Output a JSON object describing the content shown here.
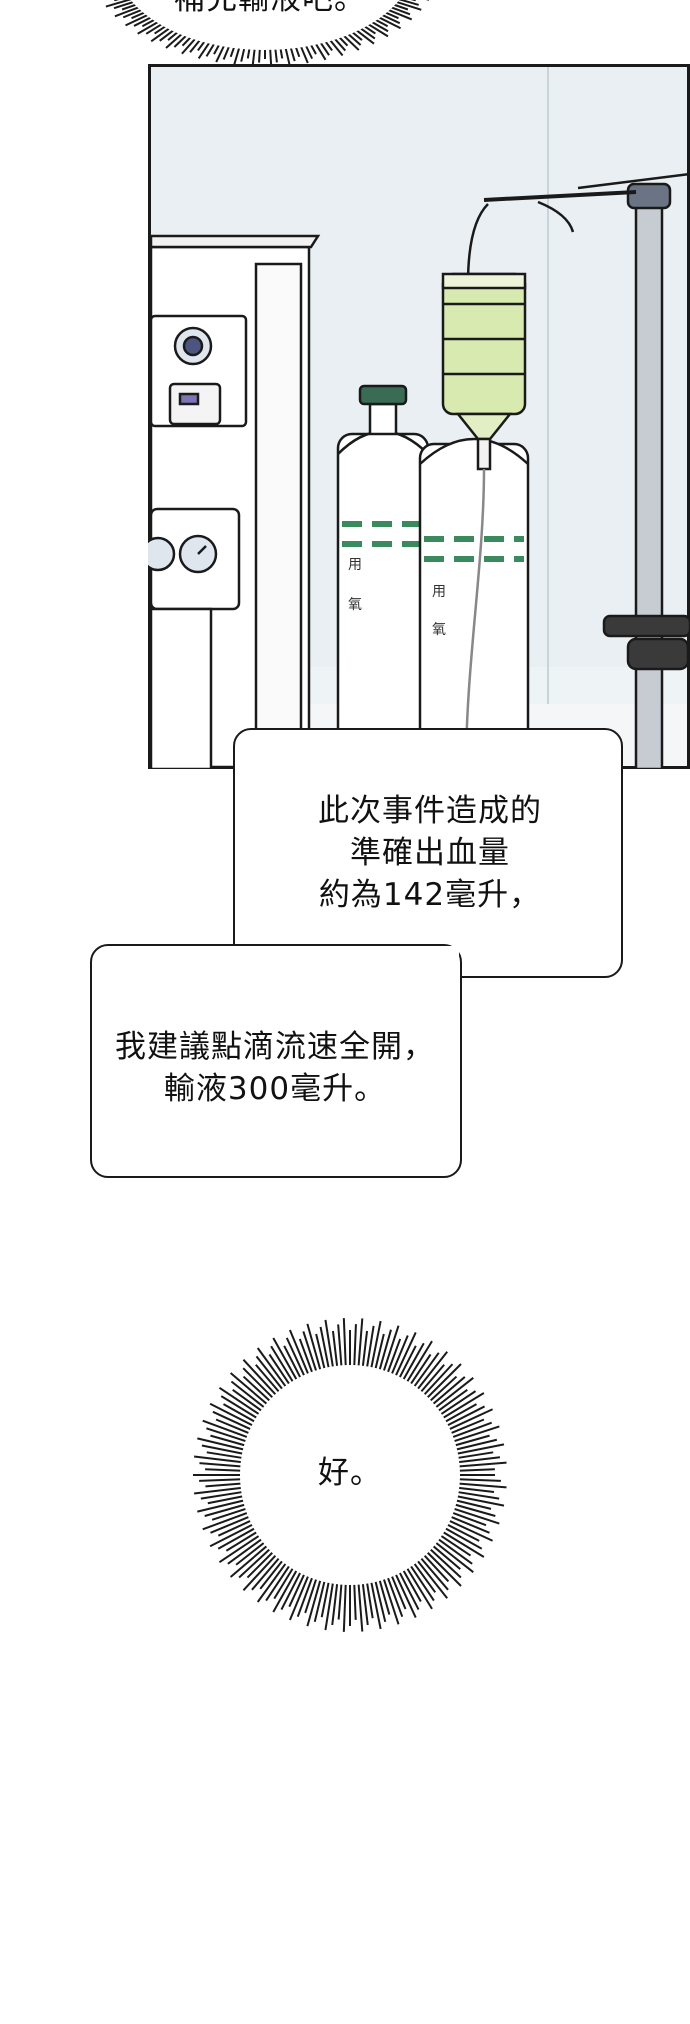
{
  "panel_labels": {
    "tank_left": "用\n氧",
    "tank_right": "用\n氧"
  },
  "dialogue": {
    "top_bubble": "補充輸液吧。",
    "box1_lines": [
      "此次事件造成的",
      "準確出血量",
      "約為142毫升，"
    ],
    "box2_lines": [
      "我建議點滴流速全開，",
      "輸液300毫升。"
    ],
    "burst_reply": "好。"
  },
  "colors": {
    "background": "#ffffff",
    "ink": "#1a1a1a",
    "tank_stripe": "#3a8a5e",
    "iv_fluid": "#d8eab0",
    "panel_bg": "#eef3f6"
  }
}
